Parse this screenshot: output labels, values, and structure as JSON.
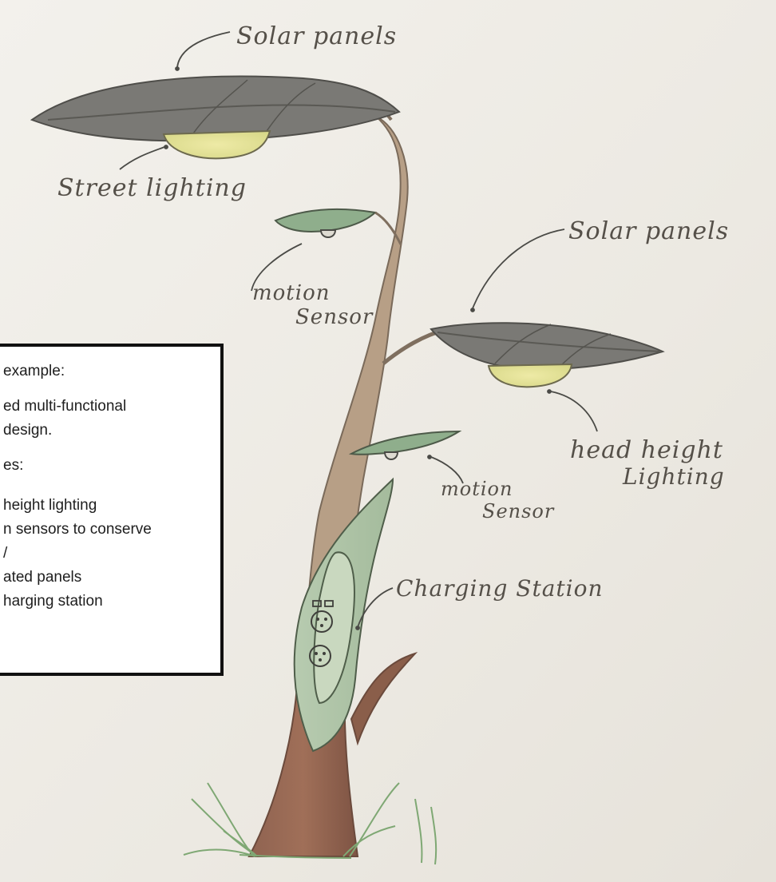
{
  "colors": {
    "paper": "#efece6",
    "leaf_dark": "#6f6e6a",
    "leaf_green": "#9fb69a",
    "stem": "#9a8672",
    "trunk_brown": "#8a5a48",
    "light_glow": "#e9e7a2",
    "grass": "#86b07a",
    "pencil_text": "#555049"
  },
  "sketch_labels": {
    "solar_panels_top": "Solar panels",
    "street_lighting": "Street lighting",
    "solar_panels_right": "Solar panels",
    "motion_sensor_upper_1": "motion",
    "motion_sensor_upper_2": "Sensor",
    "head_height_1": "head height",
    "head_height_2": "Lighting",
    "motion_sensor_lower_1": "motion",
    "motion_sensor_lower_2": "Sensor",
    "charging_station": "Charging Station"
  },
  "text_box": {
    "line1": "example:",
    "line2": "ed multi-functional",
    "line3": "design.",
    "line4": "es:",
    "line5": "height lighting",
    "line6": "n sensors to conserve",
    "line7": "/",
    "line8": "ated panels",
    "line9": "harging station"
  },
  "icons": {
    "street_light": "lamp-icon",
    "motion_sensor": "sensor-icon",
    "charging_outlet": "outlet-icon",
    "usb_port": "usb-port-icon"
  }
}
